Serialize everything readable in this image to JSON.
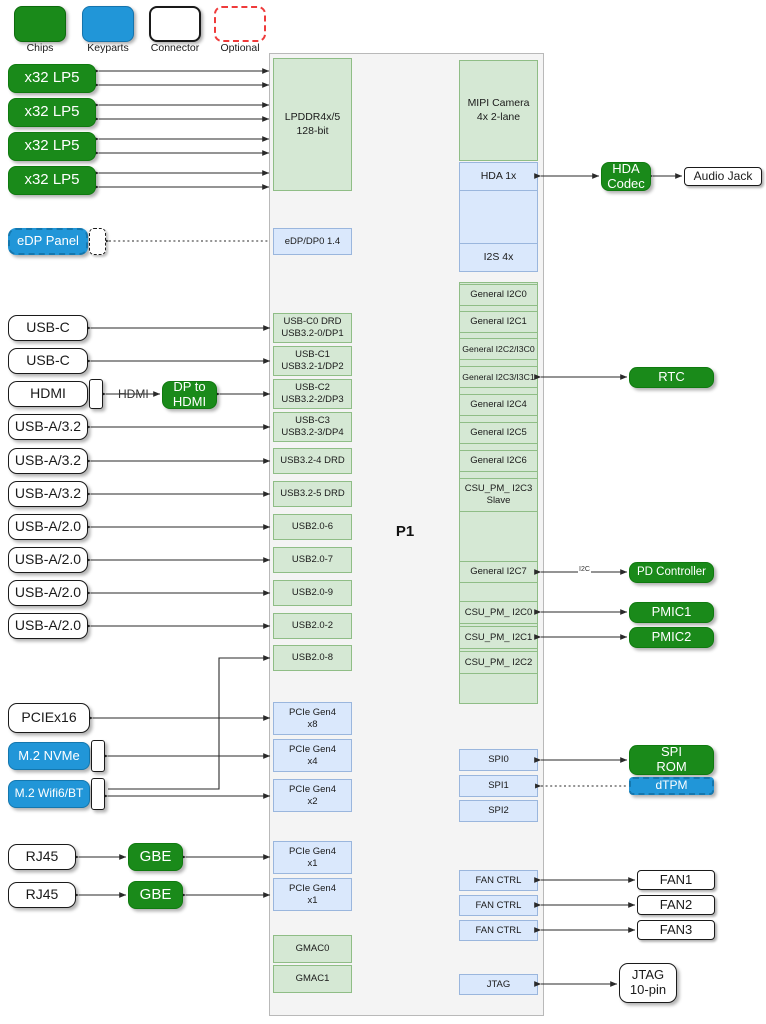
{
  "legend": {
    "items": [
      {
        "key": "chips",
        "label": "Chips"
      },
      {
        "key": "keyparts",
        "label": "Keyparts"
      },
      {
        "key": "connector",
        "label": "Connector"
      },
      {
        "key": "optional",
        "label": "Optional"
      }
    ]
  },
  "colors": {
    "chip_green": "#1a8a1a",
    "keypart_blue": "#2196d8",
    "connector_white": "#ffffff",
    "optional_red": "#ef3b3b",
    "panel_green": "#d5e8d4",
    "panel_blue": "#dae8fc",
    "soc_bg": "#f4f4f4"
  },
  "soc": {
    "label": "P1"
  },
  "memory": {
    "chips": [
      {
        "label": "x32 LP5"
      },
      {
        "label": "x32 LP5"
      },
      {
        "label": "x32 LP5"
      },
      {
        "label": "x32 LP5"
      }
    ],
    "interface": {
      "line1": "LPDDR4x/5",
      "line2": "128-bit"
    }
  },
  "display": {
    "panel": "eDP Panel",
    "interface": "eDP/DP0 1.4"
  },
  "usb": {
    "connectors": [
      {
        "label": "USB-C"
      },
      {
        "label": "USB-C"
      },
      {
        "label": "HDMI"
      },
      {
        "label": "USB-A/3.2"
      },
      {
        "label": "USB-A/3.2"
      },
      {
        "label": "USB-A/3.2"
      },
      {
        "label": "USB-A/2.0"
      },
      {
        "label": "USB-A/2.0"
      },
      {
        "label": "USB-A/2.0"
      },
      {
        "label": "USB-A/2.0"
      }
    ],
    "dp_to_hdmi": {
      "line1": "DP to",
      "line2": "HDMI"
    },
    "hdmi_wire_label": "HDMI",
    "interfaces": [
      {
        "line1": "USB-C0 DRD",
        "line2": "USB3.2-0/DP1"
      },
      {
        "line1": "USB-C1",
        "line2": "USB3.2-1/DP2"
      },
      {
        "line1": "USB-C2",
        "line2": "USB3.2-2/DP3"
      },
      {
        "line1": "USB-C3",
        "line2": "USB3.2-3/DP4"
      },
      {
        "line1": "USB3.2-4 DRD",
        "line2": ""
      },
      {
        "line1": "USB3.2-5 DRD",
        "line2": ""
      },
      {
        "line1": "USB2.0-6",
        "line2": ""
      },
      {
        "line1": "USB2.0-7",
        "line2": ""
      },
      {
        "line1": "USB2.0-9",
        "line2": ""
      },
      {
        "line1": "USB2.0-2",
        "line2": ""
      },
      {
        "line1": "USB2.0-8",
        "line2": ""
      }
    ]
  },
  "pcie": {
    "devices": [
      {
        "label": "PCIEx16",
        "type": "connector"
      },
      {
        "label": "M.2 NVMe",
        "type": "keypart"
      },
      {
        "label": "M.2 Wifi6/BT",
        "type": "keypart"
      }
    ],
    "interfaces": [
      {
        "line1": "PCIe Gen4",
        "line2": "x8"
      },
      {
        "line1": "PCIe Gen4",
        "line2": "x4"
      },
      {
        "line1": "PCIe Gen4",
        "line2": "x2"
      },
      {
        "line1": "PCIe Gen4",
        "line2": "x1"
      },
      {
        "line1": "PCIe Gen4",
        "line2": "x1"
      }
    ]
  },
  "ethernet": {
    "jacks": [
      {
        "label": "RJ45"
      },
      {
        "label": "RJ45"
      }
    ],
    "phys": [
      {
        "label": "GBE"
      },
      {
        "label": "GBE"
      }
    ],
    "interfaces": [
      {
        "label": "GMAC0"
      },
      {
        "label": "GMAC1"
      }
    ]
  },
  "camera": {
    "interface": {
      "line1": "MIPI Camera",
      "line2": "4x 2-lane"
    }
  },
  "audio": {
    "interfaces": [
      {
        "label": "HDA 1x"
      },
      {
        "label": "I2S 4x"
      }
    ],
    "codec": {
      "line1": "HDA",
      "line2": "Codec"
    },
    "jack": "Audio Jack"
  },
  "i2c": {
    "interfaces": [
      {
        "label": "General I2C0"
      },
      {
        "label": "General I2C1"
      },
      {
        "label": "General I2C2/I3C0"
      },
      {
        "label": "General I2C3/I3C1"
      },
      {
        "label": "General I2C4"
      },
      {
        "label": "General I2C5"
      },
      {
        "label": "General I2C6"
      },
      {
        "label": "CSU_PM_ I2C3",
        "sub": "Slave"
      },
      {
        "label": "General I2C7"
      },
      {
        "label": "CSU_PM_ I2C0"
      },
      {
        "label": "CSU_PM_ I2C1"
      },
      {
        "label": "CSU_PM_ I2C2"
      }
    ],
    "devices": [
      {
        "label": "RTC"
      },
      {
        "label": "PD Controller"
      },
      {
        "label": "PMIC1"
      },
      {
        "label": "PMIC2"
      }
    ],
    "pd_wire_label": "I2C"
  },
  "spi": {
    "interfaces": [
      {
        "label": "SPI0"
      },
      {
        "label": "SPI1"
      },
      {
        "label": "SPI2"
      }
    ],
    "devices": [
      {
        "line1": "SPI",
        "line2": "ROM"
      },
      {
        "label": "dTPM"
      }
    ]
  },
  "fan": {
    "interfaces": [
      {
        "label": "FAN CTRL"
      },
      {
        "label": "FAN CTRL"
      },
      {
        "label": "FAN CTRL"
      }
    ],
    "devices": [
      {
        "label": "FAN1"
      },
      {
        "label": "FAN2"
      },
      {
        "label": "FAN3"
      }
    ]
  },
  "jtag": {
    "interface": "JTAG",
    "device": {
      "line1": "JTAG",
      "line2": "10-pin"
    }
  }
}
